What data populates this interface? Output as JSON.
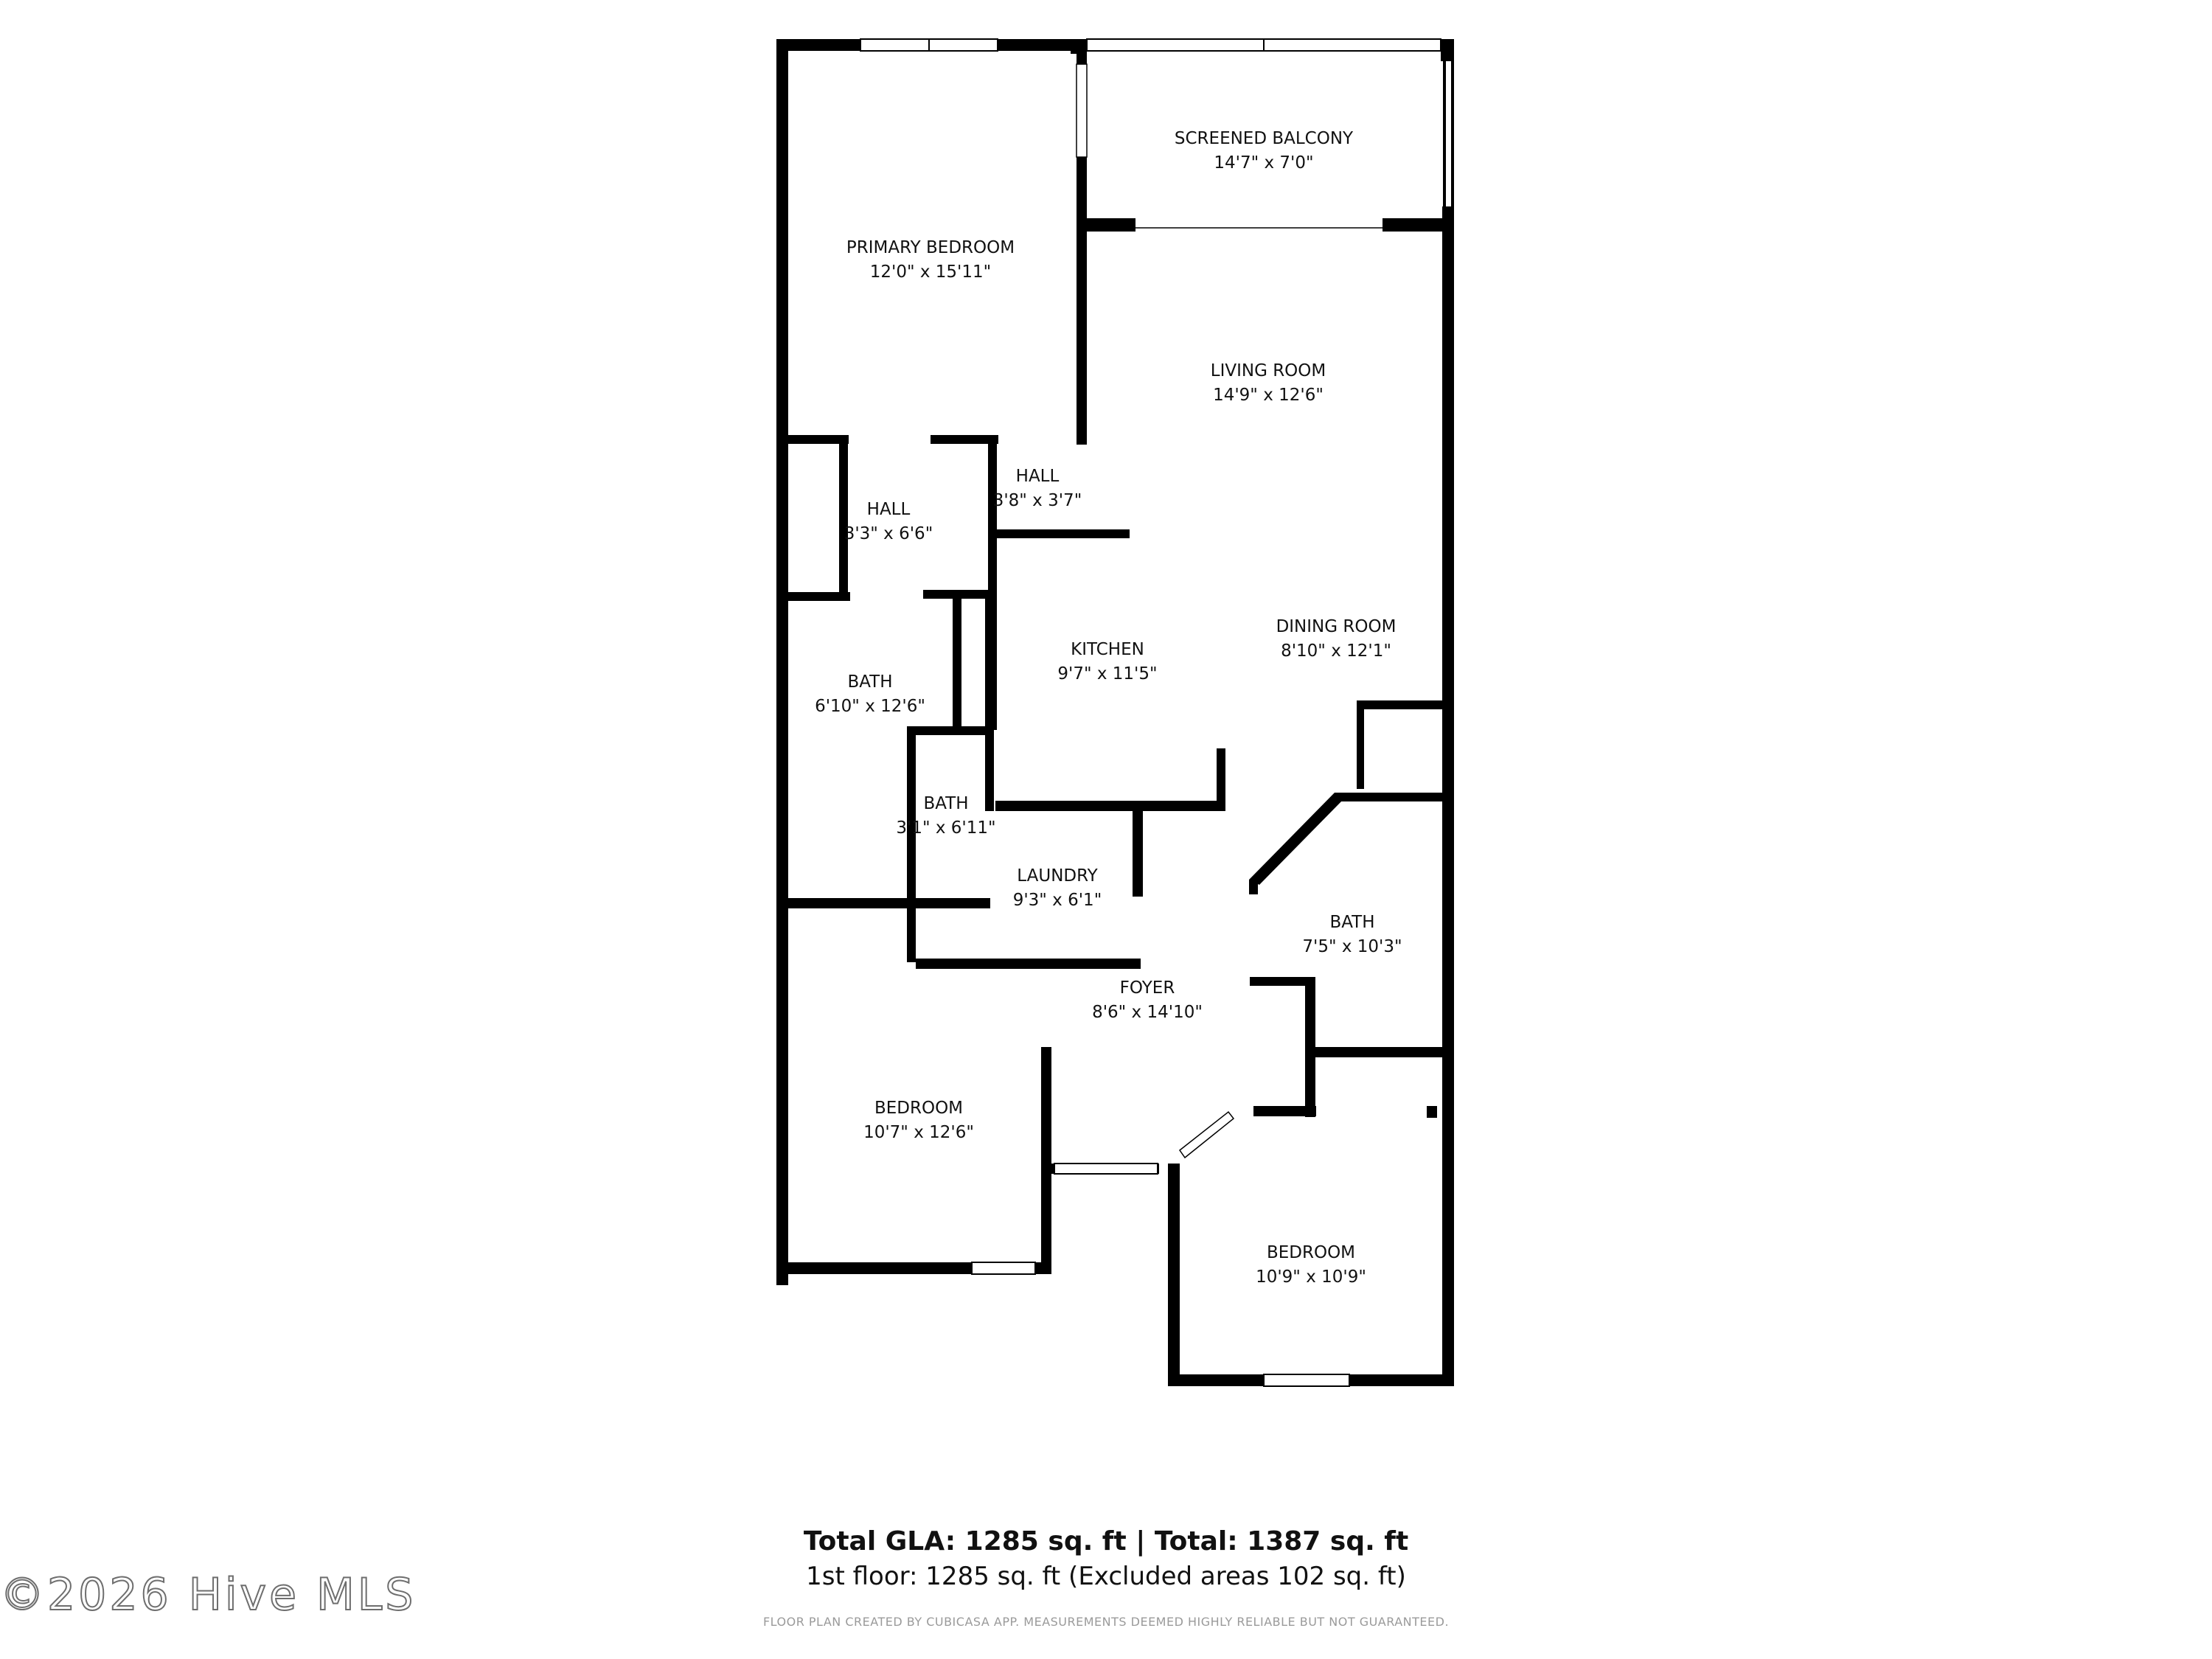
{
  "rooms": [
    {
      "id": "screened-balcony",
      "name": "SCREENED BALCONY",
      "dim": "14'7\" x 7'0\""
    },
    {
      "id": "primary-bedroom",
      "name": "PRIMARY BEDROOM",
      "dim": "12'0\" x 15'11\""
    },
    {
      "id": "living-room",
      "name": "LIVING ROOM",
      "dim": "14'9\" x 12'6\""
    },
    {
      "id": "hall-upper",
      "name": "HALL",
      "dim": "3'8\" x 3'7\""
    },
    {
      "id": "hall-left",
      "name": "HALL",
      "dim": "3'3\" x 6'6\""
    },
    {
      "id": "kitchen",
      "name": "KITCHEN",
      "dim": "9'7\" x 11'5\""
    },
    {
      "id": "dining-room",
      "name": "DINING ROOM",
      "dim": "8'10\" x 12'1\""
    },
    {
      "id": "bath-large",
      "name": "BATH",
      "dim": "6'10\" x 12'6\""
    },
    {
      "id": "bath-small",
      "name": "BATH",
      "dim": "3'1\" x 6'11\""
    },
    {
      "id": "laundry",
      "name": "LAUNDRY",
      "dim": "9'3\" x 6'1\""
    },
    {
      "id": "bath-right",
      "name": "BATH",
      "dim": "7'5\" x 10'3\""
    },
    {
      "id": "foyer",
      "name": "FOYER",
      "dim": "8'6\" x 14'10\""
    },
    {
      "id": "bedroom-left",
      "name": "BEDROOM",
      "dim": "10'7\" x 12'6\""
    },
    {
      "id": "bedroom-right",
      "name": "BEDROOM",
      "dim": "10'9\" x 10'9\""
    }
  ],
  "summary": {
    "total_line": "Total GLA: 1285 sq. ft | Total: 1387 sq. ft",
    "floor_line": "1st floor: 1285 sq. ft (Excluded areas 102 sq. ft)",
    "disclaimer": "FLOOR PLAN CREATED BY CUBICASA APP. MEASUREMENTS DEEMED HIGHLY RELIABLE BUT NOT GUARANTEED."
  },
  "watermark": "©2026 Hive MLS",
  "colors": {
    "wall": "#000000",
    "background": "#ffffff",
    "text": "#111111",
    "watermark_outline": "#6e6e6e"
  }
}
